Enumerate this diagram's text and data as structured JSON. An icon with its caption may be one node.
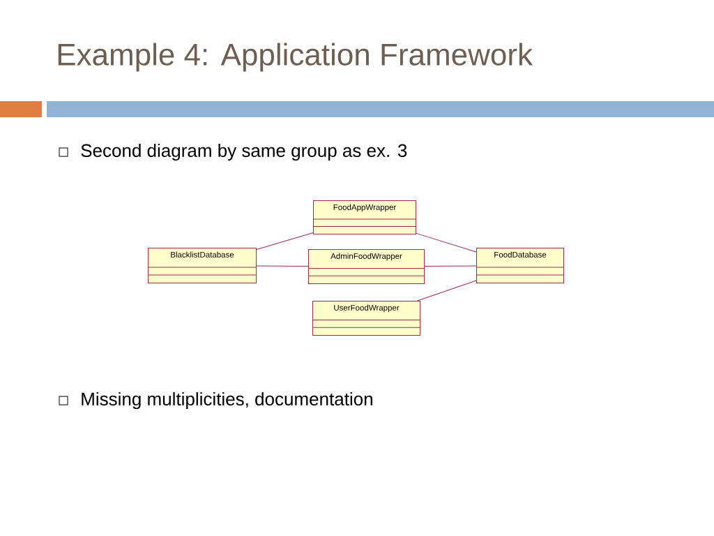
{
  "diagram": {
    "title": "Example 4: Application Framework",
    "nodes": [
      {
        "text": [
          "FoodAppWrapper"
        ]
      },
      {
        "text": [
          "BlacklistDatabase"
        ]
      },
      {
        "text": [
          "AdminFoodWrapper"
        ]
      },
      {
        "text": [
          "FoodDatabase"
        ]
      },
      {
        "text": [
          "UserFoodWrapper"
        ]
      }
    ],
    "edges": [
      {
        "from": 1,
        "to": 0,
        "arrow": "none"
      },
      {
        "from": 1,
        "to": 2,
        "arrow": "none"
      },
      {
        "from": 0,
        "to": 3,
        "arrow": "none"
      },
      {
        "from": 2,
        "to": 3,
        "arrow": "none"
      },
      {
        "from": 4,
        "to": 3,
        "arrow": "none"
      }
    ],
    "labels": [
      "Second diagram by same group as ex. 3",
      "Missing multiplicities, documentation"
    ]
  }
}
